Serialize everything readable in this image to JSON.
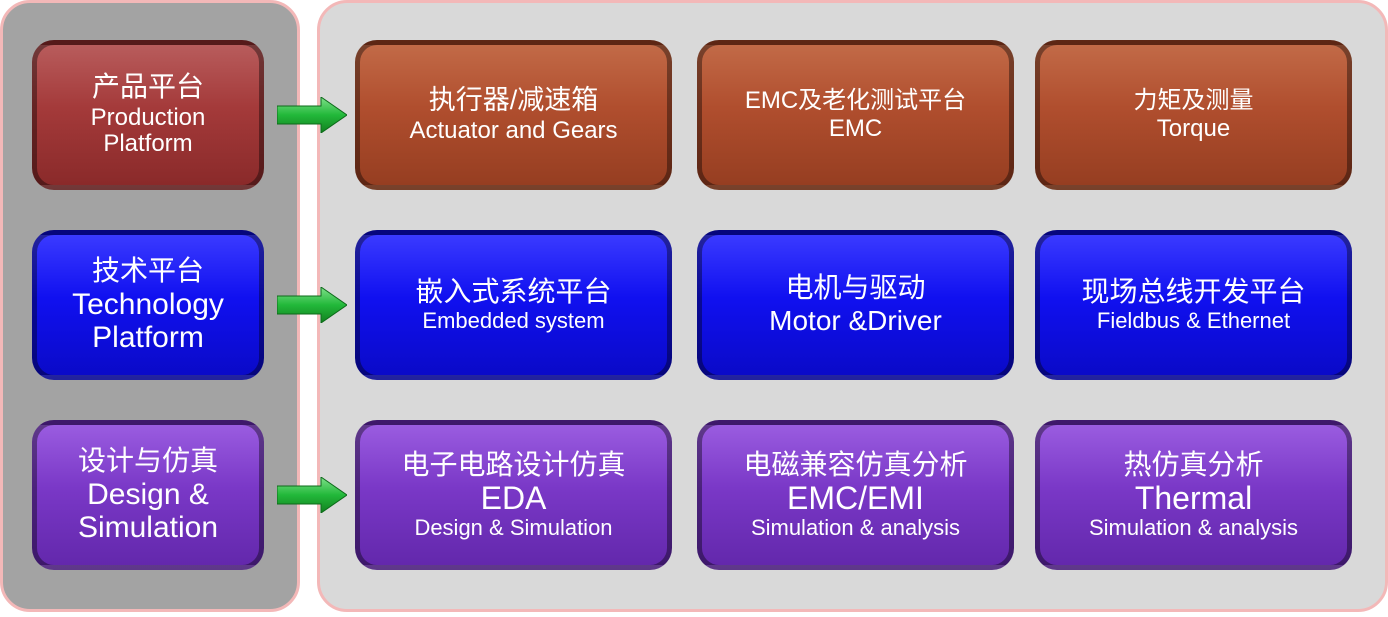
{
  "platforms": [
    {
      "zh": "产品平台",
      "en1": "Production",
      "en2": "Platform",
      "color": "#a43a3a"
    },
    {
      "zh": "技术平台",
      "en1": "Technology",
      "en2": "Platform",
      "color": "#1010f0"
    },
    {
      "zh": "设计与仿真",
      "en1": "Design &",
      "en2": "Simulation",
      "color": "#7a38c7"
    }
  ],
  "production_items": [
    {
      "zh": "执行器/减速箱",
      "en": "Actuator and Gears"
    },
    {
      "zh": "EMC及老化测试平台",
      "en": "EMC"
    },
    {
      "zh": "力矩及测量",
      "en": "Torque"
    }
  ],
  "technology_items": [
    {
      "zh": "嵌入式系统平台",
      "en": "Embedded system"
    },
    {
      "zh": "电机与驱动",
      "en": "Motor &Driver"
    },
    {
      "zh": "现场总线开发平台",
      "en": "Fieldbus & Ethernet"
    }
  ],
  "design_items": [
    {
      "zh": "电子电路设计仿真",
      "abbr": "EDA",
      "en": "Design & Simulation"
    },
    {
      "zh": "电磁兼容仿真分析",
      "abbr": "EMC/EMI",
      "en": "Simulation & analysis"
    },
    {
      "zh": "热仿真分析",
      "abbr": "Thermal",
      "en": "Simulation & analysis"
    }
  ],
  "colors": {
    "arrow": "#22b83a",
    "panel_border": "#f3b8b8",
    "left_panel": "#a3a3a3",
    "right_panel": "#d9d9d9"
  }
}
